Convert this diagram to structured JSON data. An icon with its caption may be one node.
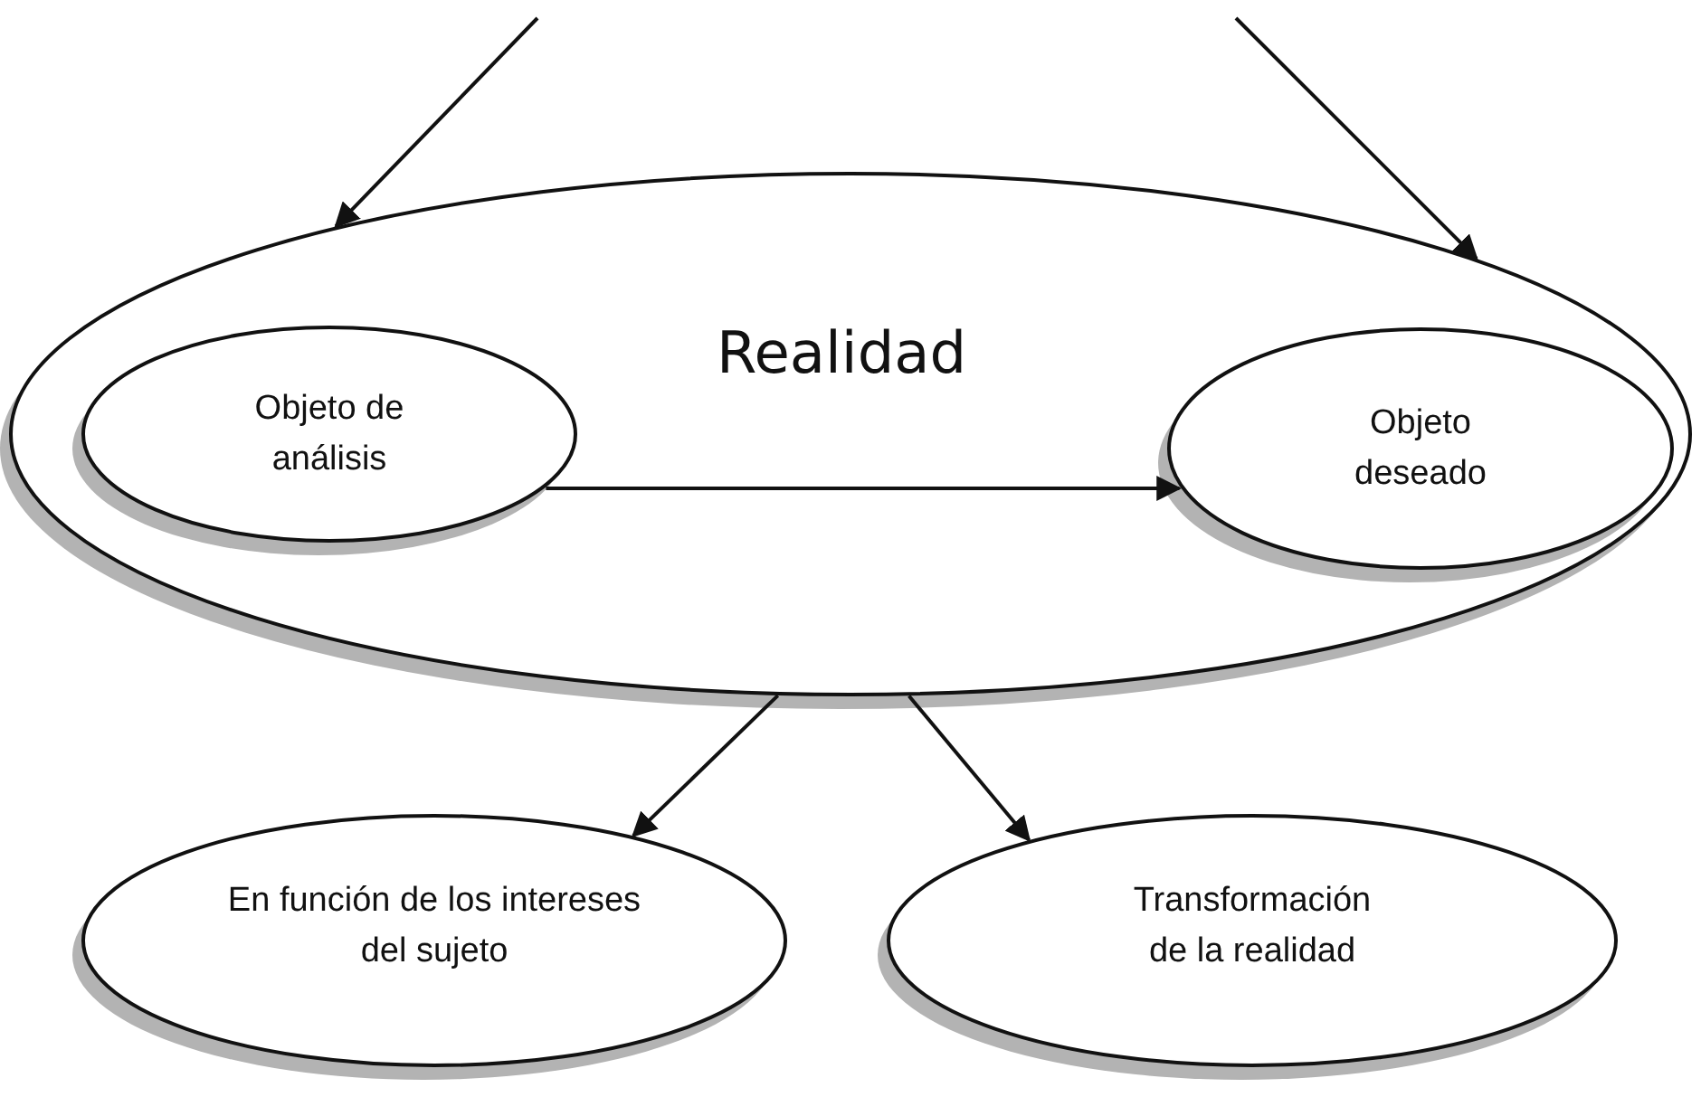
{
  "diagram": {
    "nodes": [
      {
        "text": [
          "Realidad"
        ]
      },
      {
        "text": [
          "Objeto de análisis"
        ],
        "in": 0
      },
      {
        "text": [
          "Objeto deseado"
        ],
        "in": 0
      },
      {
        "text": [
          "En función de los intereses del sujeto"
        ]
      },
      {
        "text": [
          "Transformación de la realidad"
        ]
      }
    ],
    "edges": [
      {
        "from": null,
        "to": 0,
        "arrow": "to"
      },
      {
        "from": null,
        "to": 0,
        "arrow": "to"
      },
      {
        "from": 1,
        "to": 2,
        "arrow": "to"
      },
      {
        "from": 0,
        "to": 3,
        "arrow": "to"
      },
      {
        "from": 0,
        "to": 4,
        "arrow": "to"
      }
    ]
  }
}
